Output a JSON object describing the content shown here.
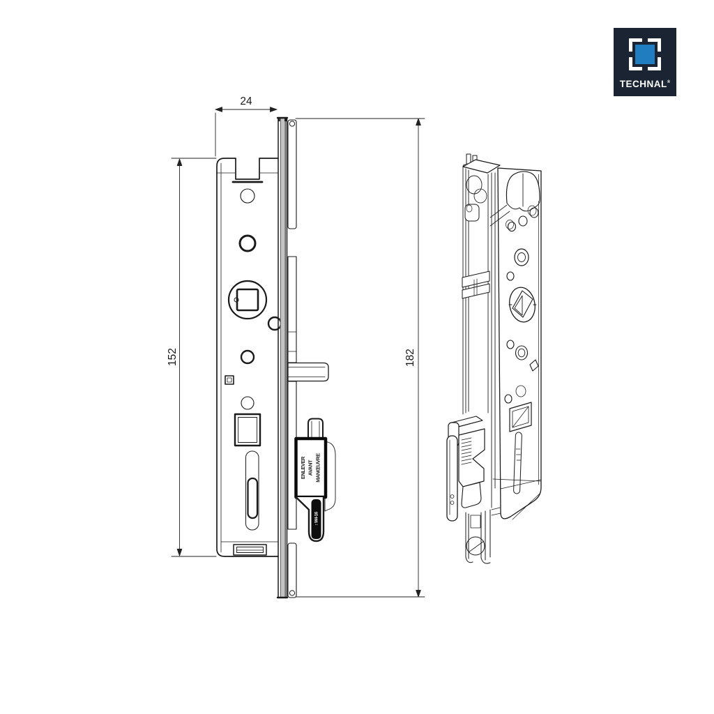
{
  "logo": {
    "brand": "TECHNAL",
    "registered": "®",
    "colors": {
      "background": "#1b2433",
      "accent_blue": "#1f7dc0",
      "text": "#ffffff"
    }
  },
  "drawing": {
    "line_color": "#1a1a1a",
    "dimensions": {
      "faceplate_width": "24",
      "case_height": "152",
      "overall_height": "182"
    },
    "transport_label": {
      "line1": "ENLEVER",
      "line2": "AVANT",
      "line3": "MANŒUVRE",
      "tag": "↕ M4-16"
    }
  }
}
